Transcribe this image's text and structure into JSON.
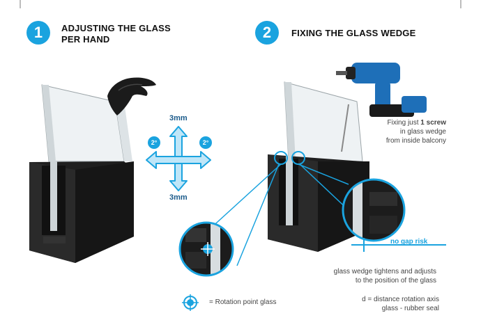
{
  "step1": {
    "number": "1",
    "title_line1": "ADJUSTING THE GLASS",
    "title_line2": "PER HAND",
    "up_measure": "3mm",
    "down_measure": "3mm",
    "left_angle": "2°",
    "right_angle": "2°"
  },
  "step2": {
    "number": "2",
    "title": "FIXING THE GLASS WEDGE",
    "screw_note_pre": "Fixing just ",
    "screw_note_bold": "1 screw",
    "screw_note_line2": "in glass wedge",
    "screw_note_line3": "from inside balcony",
    "no_gap": "no gap risk",
    "wedge_note_line1": "glass wedge tightens and adjusts",
    "wedge_note_line2": "to the position of the glass"
  },
  "legend": {
    "rotation": "= Rotation point glass",
    "distance_line1": "d = distance rotation axis",
    "distance_line2": "glass - rubber seal"
  },
  "colors": {
    "accent": "#1aa3df",
    "profile": "#1d1d1d",
    "glass": "#e9eef0"
  }
}
